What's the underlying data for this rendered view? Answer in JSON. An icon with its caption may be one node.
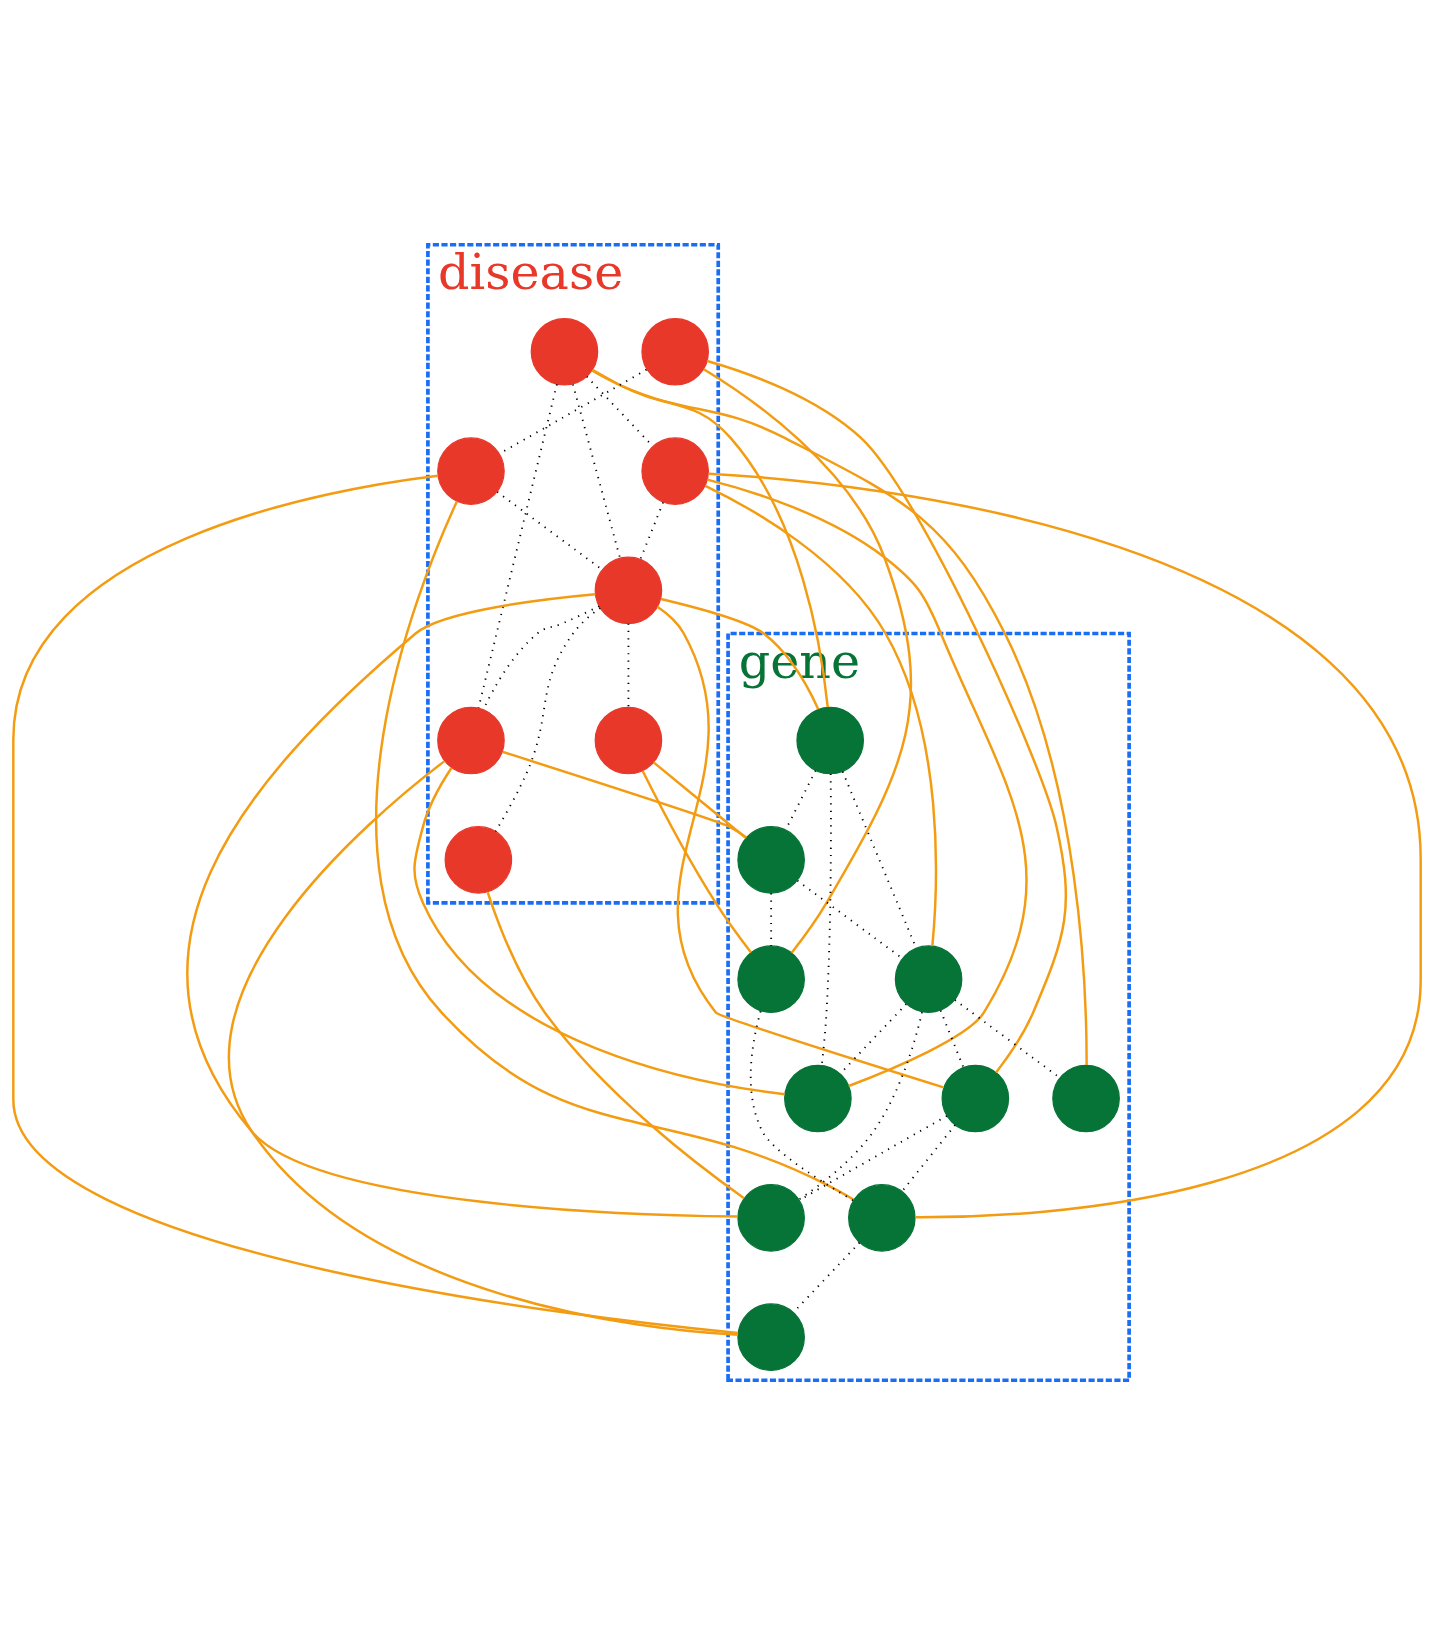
{
  "diagram": {
    "nodes": [
      {
        "text": [
          "disease"
        ]
      },
      {
        "text": [],
        "shape": "circle",
        "in": 0
      },
      {
        "text": [],
        "shape": "circle",
        "in": 0
      },
      {
        "text": [],
        "shape": "circle",
        "in": 0
      },
      {
        "text": [],
        "shape": "circle",
        "in": 0
      },
      {
        "text": [],
        "shape": "circle",
        "in": 0
      },
      {
        "text": [],
        "shape": "circle",
        "in": 0
      },
      {
        "text": [],
        "shape": "circle",
        "in": 0
      },
      {
        "text": [],
        "shape": "circle",
        "in": 0
      },
      {
        "text": [
          "gene"
        ]
      },
      {
        "text": [],
        "shape": "circle",
        "in": 9
      },
      {
        "text": [],
        "shape": "circle",
        "in": 9
      },
      {
        "text": [],
        "shape": "circle",
        "in": 9
      },
      {
        "text": [],
        "shape": "circle",
        "in": 9
      },
      {
        "text": [],
        "shape": "circle",
        "in": 9
      },
      {
        "text": [],
        "shape": "circle",
        "in": 9
      },
      {
        "text": [],
        "shape": "circle",
        "in": 9
      },
      {
        "text": [],
        "shape": "circle",
        "in": 9
      },
      {
        "text": [],
        "shape": "circle",
        "in": 9
      },
      {
        "text": [],
        "shape": "circle",
        "in": 9
      }
    ],
    "edges": [
      {
        "from": 1,
        "to": 2,
        "arrow": "none",
        "style": "dashed",
        "color": "#000000"
      },
      {
        "from": 1,
        "to": 6,
        "arrow": "none",
        "style": "dashed",
        "color": "#000000"
      },
      {
        "from": 1,
        "to": 5,
        "arrow": "none",
        "style": "dashed",
        "color": "#000000"
      },
      {
        "from": 2,
        "to": 5,
        "arrow": "none",
        "style": "dashed",
        "color": "#000000"
      },
      {
        "from": 3,
        "to": 4,
        "arrow": "none",
        "style": "dashed",
        "color": "#000000"
      },
      {
        "from": 4,
        "to": 5,
        "arrow": "none",
        "style": "dashed",
        "color": "#000000"
      },
      {
        "from": 5,
        "to": 6,
        "arrow": "none",
        "style": "dashed",
        "color": "#000000"
      },
      {
        "from": 5,
        "to": 7,
        "arrow": "none",
        "style": "dashed",
        "color": "#000000"
      },
      {
        "from": 5,
        "to": 8,
        "arrow": "none",
        "style": "dashed",
        "color": "#000000"
      },
      {
        "from": 10,
        "to": 11,
        "arrow": "none",
        "style": "dashed",
        "color": "#000000"
      },
      {
        "from": 11,
        "to": 12,
        "arrow": "none",
        "style": "dashed",
        "color": "#000000"
      },
      {
        "from": 10,
        "to": 15,
        "arrow": "none",
        "style": "dashed",
        "color": "#000000"
      },
      {
        "from": 10,
        "to": 14,
        "arrow": "none",
        "style": "dashed",
        "color": "#000000"
      },
      {
        "from": 11,
        "to": 14,
        "arrow": "none",
        "style": "dashed",
        "color": "#000000"
      },
      {
        "from": 14,
        "to": 13,
        "arrow": "none",
        "style": "dashed",
        "color": "#000000"
      },
      {
        "from": 14,
        "to": 15,
        "arrow": "none",
        "style": "dashed",
        "color": "#000000"
      },
      {
        "from": 14,
        "to": 18,
        "arrow": "none",
        "style": "dashed",
        "color": "#000000"
      },
      {
        "from": 14,
        "to": 16,
        "arrow": "none",
        "style": "dashed",
        "color": "#000000"
      },
      {
        "from": 13,
        "to": 16,
        "arrow": "none",
        "style": "dashed",
        "color": "#000000"
      },
      {
        "from": 13,
        "to": 17,
        "arrow": "none",
        "style": "dashed",
        "color": "#000000"
      },
      {
        "from": 12,
        "to": 17,
        "arrow": "none",
        "style": "dashed",
        "color": "#000000"
      },
      {
        "from": 17,
        "to": 19,
        "arrow": "none",
        "style": "dashed",
        "color": "#000000"
      },
      {
        "from": 1,
        "to": 10,
        "arrow": "none",
        "color": "#f39c12"
      },
      {
        "from": 1,
        "to": 18,
        "arrow": "none",
        "color": "#f39c12"
      },
      {
        "from": 2,
        "to": 15,
        "arrow": "none",
        "color": "#f39c12"
      },
      {
        "from": 2,
        "to": 14,
        "arrow": "none",
        "color": "#f39c12"
      },
      {
        "from": 2,
        "to": 17,
        "arrow": "none",
        "color": "#f39c12"
      },
      {
        "from": 3,
        "to": 12,
        "arrow": "none",
        "color": "#f39c12"
      },
      {
        "from": 3,
        "to": 13,
        "arrow": "none",
        "color": "#f39c12"
      },
      {
        "from": 4,
        "to": 17,
        "arrow": "none",
        "color": "#f39c12"
      },
      {
        "from": 4,
        "to": 19,
        "arrow": "none",
        "color": "#f39c12"
      },
      {
        "from": 5,
        "to": 10,
        "arrow": "none",
        "color": "#f39c12"
      },
      {
        "from": 5,
        "to": 13,
        "arrow": "none",
        "color": "#f39c12"
      },
      {
        "from": 5,
        "to": 16,
        "arrow": "none",
        "color": "#f39c12"
      },
      {
        "from": 6,
        "to": 15,
        "arrow": "none",
        "color": "#f39c12"
      },
      {
        "from": 6,
        "to": 11,
        "arrow": "none",
        "color": "#f39c12"
      },
      {
        "from": 6,
        "to": 19,
        "arrow": "none",
        "color": "#f39c12"
      },
      {
        "from": 7,
        "to": 16,
        "arrow": "none",
        "color": "#f39c12"
      },
      {
        "from": 8,
        "to": 11,
        "arrow": "none",
        "color": "#f39c12"
      },
      {
        "from": 8,
        "to": 12,
        "arrow": "none",
        "color": "#f39c12"
      }
    ]
  }
}
